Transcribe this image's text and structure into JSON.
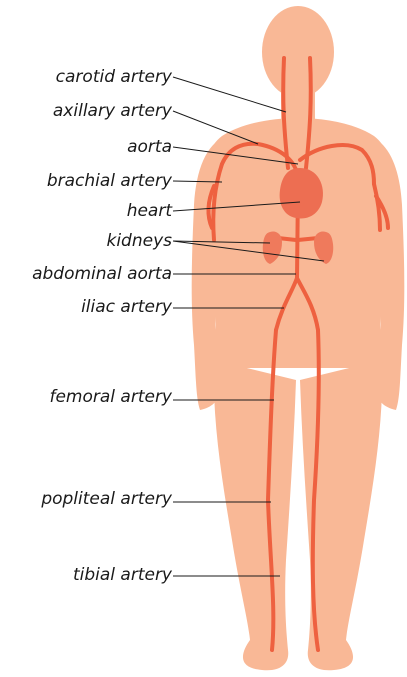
{
  "labels": {
    "carotid_artery": "carotid artery",
    "axillary_artery": "axillary artery",
    "aorta": "aorta",
    "brachial_artery": "brachial artery",
    "heart": "heart",
    "kidneys": "kidneys",
    "abdominal_aorta": "abdominal aorta",
    "iliac_artery": "iliac artery",
    "femoral_artery": "femoral artery",
    "popliteal_artery": "popliteal artery",
    "tibial_artery": "tibial artery"
  },
  "colors": {
    "body": "#f9b896",
    "artery": "#ee6140",
    "heart": "#ed6e52",
    "kidney": "#ef7a5c",
    "leader_line": "#1a1a1a"
  }
}
